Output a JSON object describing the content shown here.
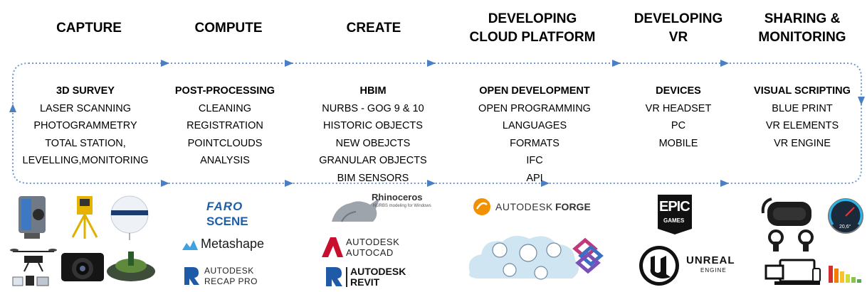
{
  "stages": [
    {
      "title": [
        "CAPTURE"
      ],
      "items": [
        "3D SURVEY",
        "LASER SCANNING",
        "PHOTOGRAMMETRY",
        "TOTAL STATION,",
        "LEVELLING,MONITORING"
      ]
    },
    {
      "title": [
        "COMPUTE"
      ],
      "items": [
        "POST-PROCESSING",
        "CLEANING",
        "REGISTRATION",
        "POINTCLOUDS",
        "ANALYSIS"
      ]
    },
    {
      "title": [
        "CREATE"
      ],
      "items": [
        "HBIM",
        "NURBS - GOG 9 & 10",
        "HISTORIC OBJECTS",
        "NEW OBEJCTS",
        "GRANULAR OBJECTS",
        "BIM SENSORS"
      ]
    },
    {
      "title": [
        "DEVELOPING",
        "CLOUD PLATFORM"
      ],
      "items": [
        "OPEN DEVELOPMENT",
        "OPEN PROGRAMMING",
        "LANGUAGES",
        "FORMATS",
        "IFC",
        "API"
      ]
    },
    {
      "title": [
        "DEVELOPING",
        "VR"
      ],
      "items": [
        "DEVICES",
        "VR HEADSET",
        "PC",
        "MOBILE"
      ]
    },
    {
      "title": [
        "SHARING &",
        "MONITORING"
      ],
      "items": [
        "VISUAL SCRIPTING",
        "BLUE PRINT",
        "VR ELEMENTS",
        "VR ENGINE"
      ]
    }
  ],
  "logos": {
    "faro": "FARO",
    "scene": "SCENE",
    "metashape": "Metashape",
    "recap_brand": "AUTODESK",
    "recap_product": "RECAP PRO",
    "rhino": "Rhinoceros",
    "rhino_sub": "NURBS modeling for Windows",
    "autocad_brand": "AUTODESK",
    "autocad_product": "AUTOCAD",
    "revit_brand": "AUTODESK",
    "revit_product": "REVIT",
    "forge_brand": "AUTODESK",
    "forge_product": "FORGE",
    "epic_main": "EPIC",
    "epic_sub": "GAMES",
    "unreal_main": "UNREAL",
    "unreal_sub": "ENGINE",
    "gauge_value": "20,6°"
  },
  "colors": {
    "flow_line": "#6f9bd1",
    "arrow": "#4a7fc3",
    "faro_blue": "#1f5fa8",
    "metashape_blue": "#3fa2e0",
    "autodesk_red": "#c8102e",
    "revit_blue": "#1e5aa8",
    "forge_orange": "#f29100"
  }
}
